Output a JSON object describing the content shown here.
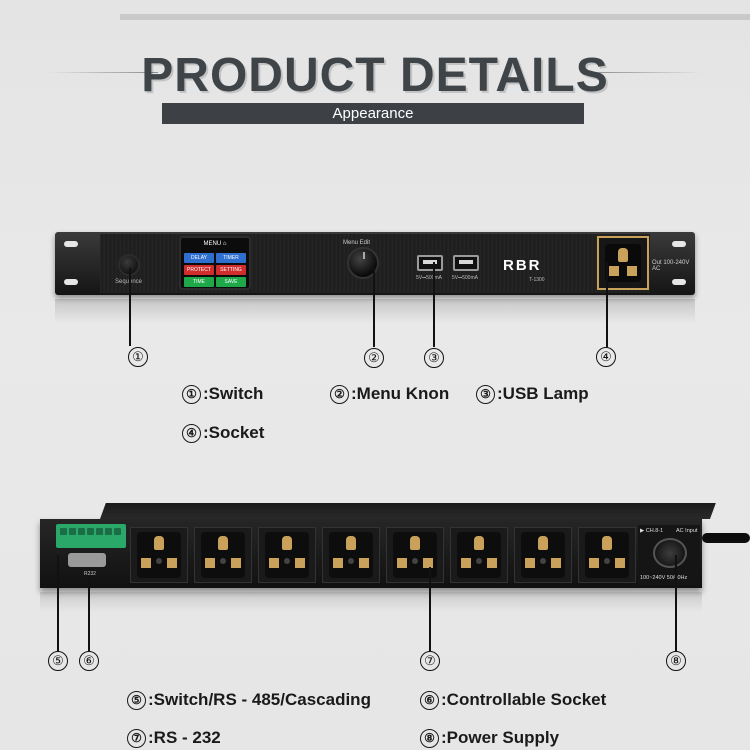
{
  "header": {
    "title": "PRODUCT DETAILS",
    "subtitle": "Appearance"
  },
  "front_panel": {
    "power_label": "Sequence",
    "screen": {
      "menu_label": "MENU",
      "buttons": [
        {
          "label": "DELAY",
          "color": "#2f6fd0"
        },
        {
          "label": "TIMER",
          "color": "#2f6fd0"
        },
        {
          "label": "PROTECT",
          "color": "#d12d2d"
        },
        {
          "label": "SETTING",
          "color": "#d12d2d"
        },
        {
          "label": "TIME",
          "color": "#1fa84a"
        },
        {
          "label": "SAVE",
          "color": "#1fa84a"
        }
      ]
    },
    "knob_label": "Menu Edit",
    "usb_labels": [
      "5V⎓500mA",
      "5V⎓500mA"
    ],
    "brand": "RBR",
    "model": "T-1300",
    "output_label": "Out 100-240V AC"
  },
  "front_callouts": {
    "markers": [
      "①",
      "②",
      "③",
      "④"
    ],
    "labels": [
      {
        "num": "①",
        "text": ":Switch"
      },
      {
        "num": "②",
        "text": ":Menu Knon"
      },
      {
        "num": "③",
        "text": ":USB Lamp"
      },
      {
        "num": "④",
        "text": ":Socket"
      }
    ]
  },
  "back_panel": {
    "serial_label": "R232",
    "channel_label": "CH.8-1",
    "input_label": "AC Input",
    "power_rating": "100~240V 50/60Hz"
  },
  "back_callouts": {
    "markers": [
      "⑤",
      "⑥",
      "⑦",
      "⑧"
    ],
    "labels": [
      {
        "num": "⑤",
        "text": ":Switch/RS - 485/Cascading"
      },
      {
        "num": "⑥",
        "text": ":Controllable Socket"
      },
      {
        "num": "⑦",
        "text": ":RS - 232"
      },
      {
        "num": "⑧",
        "text": ":Power Supply"
      }
    ]
  }
}
